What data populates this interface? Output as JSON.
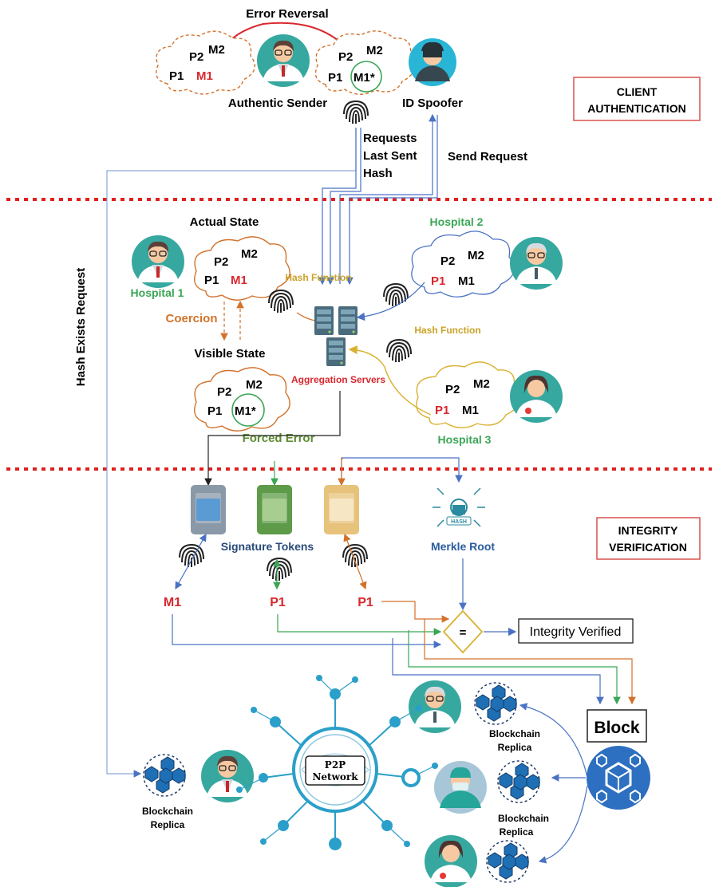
{
  "top": {
    "error_reversal": "Error Reversal",
    "authentic_sender": "Authentic Sender",
    "id_spoofer": "ID Spoofer",
    "requests_line1": "Requests",
    "requests_line2": "Last Sent",
    "requests_line3": "Hash",
    "send_request": "Send Request",
    "client_auth_line1": "CLIENT",
    "client_auth_line2": "AUTHENTICATION"
  },
  "clouds": {
    "p1": "P1",
    "p2": "P2",
    "m1": "M1",
    "m2": "M2",
    "m1_star": "M1*"
  },
  "middle": {
    "actual_state": "Actual State",
    "visible_state": "Visible State",
    "coercion": "Coercion",
    "hospital1": "Hospital 1",
    "hospital2": "Hospital 2",
    "hospital3": "Hospital 3",
    "hash_function": "Hash Function",
    "aggregation_servers": "Aggregation Servers",
    "forced_error": "Forced Error",
    "hash_exists_request": "Hash Exists Request"
  },
  "bottom": {
    "signature_tokens": "Signature Tokens",
    "merkle_root": "Merkle Root",
    "integrity_line1": "INTEGRITY",
    "integrity_line2": "VERIFICATION",
    "m1": "M1",
    "p1": "P1",
    "equals": "=",
    "integrity_verified": "Integrity Verified",
    "block": "Block",
    "blockchain": "Blockchain",
    "replica": "Replica",
    "p2p": "P2P",
    "network": "Network",
    "hash_chip": "HASH"
  },
  "colors": {
    "red": "#d9272e",
    "green": "#3aa655",
    "orange": "#d2722b",
    "gold": "#c9a227",
    "blue": "#4a72c4",
    "dark_blue": "#2a5d9f",
    "teal": "#2ba9a7",
    "divider": "#e0201f"
  }
}
